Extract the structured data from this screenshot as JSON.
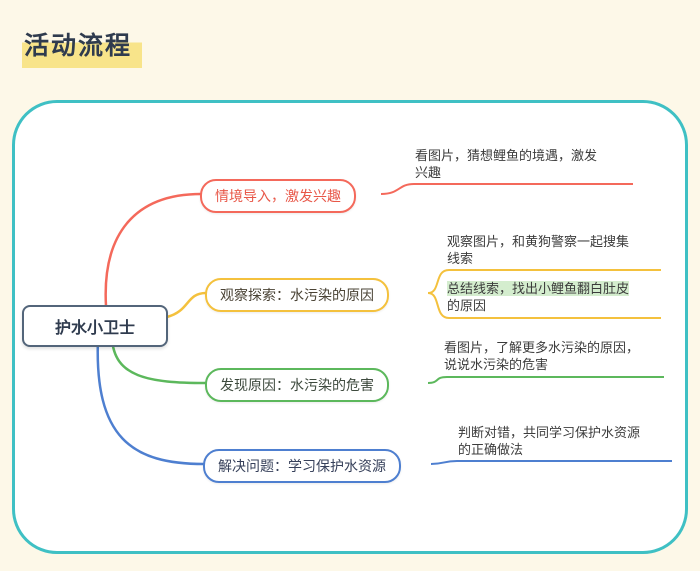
{
  "page": {
    "title": "活动流程",
    "background_color": "#FDF8E8",
    "panel_border_color": "#3FC0C4",
    "title_highlight_color": "#F8E48A"
  },
  "mindmap": {
    "root": {
      "label": "护水小卫士",
      "border_color": "#53657A"
    },
    "branches": [
      {
        "label": "情境导入，激发兴趣",
        "color": "#F4695B",
        "leaves": [
          {
            "text": "看图片，猜想鲤鱼的境遇，激发兴趣"
          }
        ]
      },
      {
        "label": "观察探索：水污染的原因",
        "color": "#F4C13D",
        "leaves": [
          {
            "text": "观察图片，和黄狗警察一起搜集线索"
          },
          {
            "highlight": "总结线索，找出小鲤鱼翻白肚皮",
            "rest": "的原因",
            "highlight_color": "#D4EDCE"
          }
        ]
      },
      {
        "label": "发现原因：水污染的危害",
        "color": "#5CB85C",
        "leaves": [
          {
            "text": "看图片，了解更多水污染的原因，说说水污染的危害"
          }
        ]
      },
      {
        "label": "解决问题：学习保护水资源",
        "color": "#4E7FD0",
        "leaves": [
          {
            "text": "判断对错，共同学习保护水资源的正确做法"
          }
        ]
      }
    ]
  }
}
